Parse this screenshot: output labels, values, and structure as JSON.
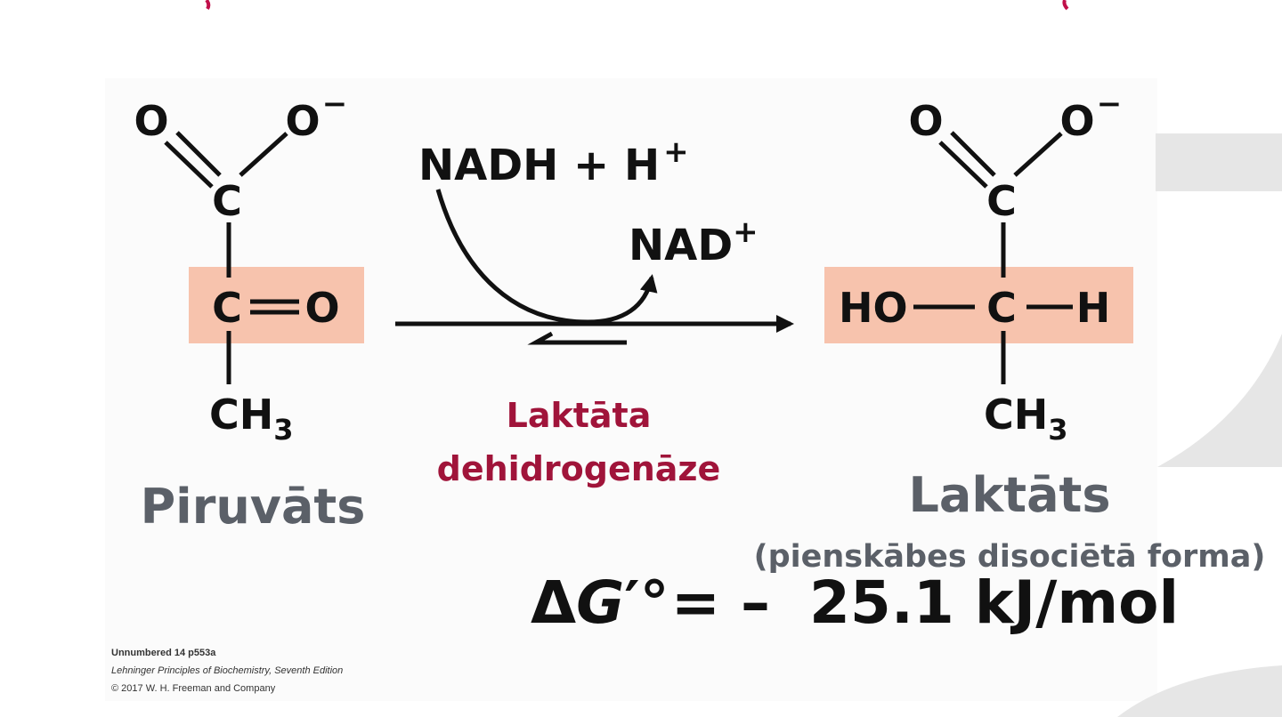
{
  "colors": {
    "highlight": "#f7c3ad",
    "enzyme_text": "#a0143a",
    "molecule_name": "#5b6068",
    "watermark": "#e6e6e6",
    "top_fragment": "#c0104a"
  },
  "pyruvate": {
    "o_double": "O",
    "o_minus": "O",
    "minus": "−",
    "c_top": "C",
    "c_mid": "C",
    "o_ketone": "O",
    "ch": "CH",
    "sub3": "3",
    "name": "Piruvāts"
  },
  "lactate": {
    "o_double": "O",
    "o_minus": "O",
    "minus": "−",
    "c_top": "C",
    "ho": "HO",
    "c_mid": "C",
    "h": "H",
    "ch": "CH",
    "sub3": "3",
    "name": "Laktāts",
    "subtitle": "(pienskābes disociētā forma)"
  },
  "reaction": {
    "cofactor_in": "NADH + H",
    "cofactor_in_sup": "+",
    "cofactor_out": "NAD",
    "cofactor_out_sup": "+",
    "enzyme_line1": "Laktāta",
    "enzyme_line2": "dehidrogenāze"
  },
  "energy": {
    "delta": "Δ",
    "g": "G",
    "prime_degree": "′°",
    "equals_minus": "= –",
    "value": "25.1 kJ/mol"
  },
  "footer": {
    "line1": "Unnumbered 14 p553a",
    "line2": "Lehninger Principles of Biochemistry, Seventh Edition",
    "line3": "© 2017 W. H. Freeman and Company"
  }
}
